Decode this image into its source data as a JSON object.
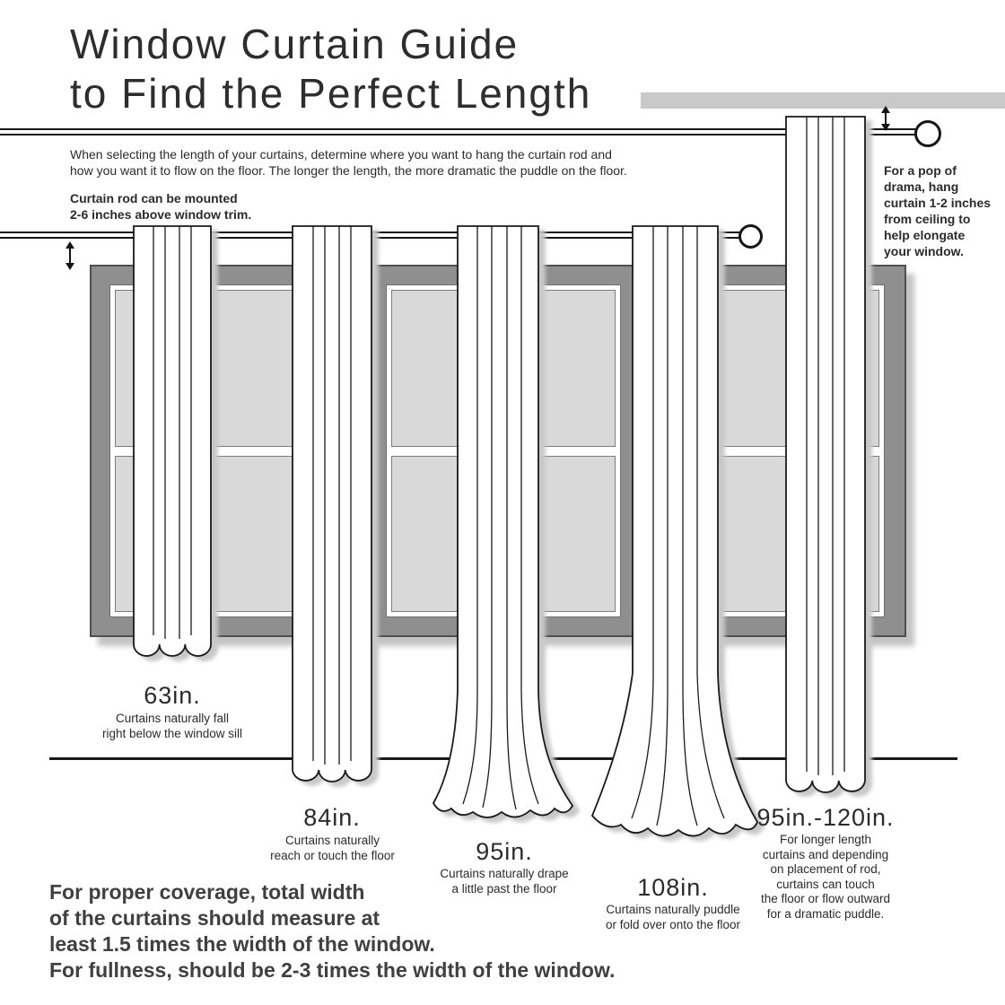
{
  "title": {
    "line1": "Window Curtain Guide",
    "line2": "to Find the Perfect Length"
  },
  "intro": {
    "line1": "When selecting the length of your curtains, determine where you want to hang the curtain rod and",
    "line2": "how you want it to flow on the floor. The longer the length, the more dramatic the puddle on the floor."
  },
  "rod_note": {
    "line1": "Curtain rod can be mounted",
    "line2": "2-6 inches above window trim."
  },
  "drama_note": {
    "lines": [
      "For a pop of",
      "drama, hang",
      "curtain 1-2 inches",
      "from ceiling to",
      "help elongate",
      "your window."
    ]
  },
  "curtains": [
    {
      "label": "63in.",
      "caption": [
        "Curtains naturally fall",
        "right below the window sill"
      ]
    },
    {
      "label": "84in.",
      "caption": [
        "Curtains naturally",
        "reach or touch the floor"
      ]
    },
    {
      "label": "95in.",
      "caption": [
        "Curtains naturally drape",
        "a little past the floor"
      ]
    },
    {
      "label": "108in.",
      "caption": [
        "Curtains naturally puddle",
        "or fold over onto the floor"
      ]
    },
    {
      "label": "95in.-120in.",
      "caption": [
        "For longer length",
        "curtains and depending",
        "on placement of rod,",
        "curtains can touch",
        "the floor or flow outward",
        "for a dramatic puddle."
      ]
    }
  ],
  "coverage_note": {
    "lines": [
      "For proper coverage, total width",
      "of the curtains should measure at",
      "least 1.5 times the width of the window.",
      "For fullness, should be 2-3 times the width of the window."
    ]
  },
  "colors": {
    "frame": "#8f8f8f",
    "glass": "#d9d9d9",
    "ceiling_bar": "#c9c9c9",
    "shadow": "#c8c8c8",
    "text": "#2b2b2b"
  }
}
